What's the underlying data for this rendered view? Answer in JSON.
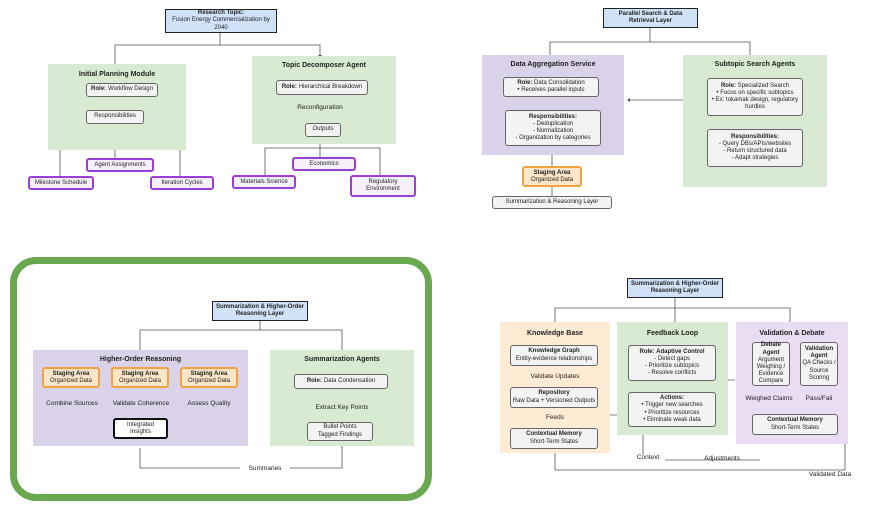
{
  "q1": {
    "top": {
      "title": "Research Topic:",
      "subtitle": "Fusion Energy Commercialization by 2040"
    },
    "planning": {
      "title": "Initial Planning Module",
      "role_label": "Role:",
      "role": "Workflow Design",
      "responsibilities": "Responsibilities",
      "agent_assignments": "Agent Assignments",
      "milestone": "Milestone Schedule",
      "iteration": "Iteration Cycles"
    },
    "decomposer": {
      "title": "Topic Decomposer Agent",
      "role_label": "Role:",
      "role": "Hierarchical Breakdown",
      "reconfiguration": "Reconfiguration",
      "outputs": "Outputs",
      "economics": "Economics",
      "materials": "Materials Science",
      "regulatory": "Regulatory Environment"
    }
  },
  "q2": {
    "top": {
      "title": "Parallel Search & Data Retrieval Layer"
    },
    "aggregation": {
      "title": "Data Aggregation Service",
      "role_label": "Role:",
      "role": "Data Consolidation",
      "role_bullet": "• Receives parallel inputs",
      "resp_title": "Responsibilities:",
      "resp_items": [
        "- Deduplication",
        "- Normalization",
        "- Organization by categories"
      ],
      "staging_title": "Staging Area",
      "staging_sub": "Organized Data",
      "summ_layer": "Summarization & Reasoning Layer"
    },
    "subtopic": {
      "title": "Subtopic Search Agents",
      "role_label": "Role:",
      "role": "Specialized Search",
      "role_items": [
        "• Focus on specific subtopics",
        "• Ex: tokamak design, regulatory hurdles"
      ],
      "resp_title": "Responsibilities:",
      "resp_items": [
        "- Query DBs/APIs/websites",
        "- Return structured data",
        "- Adapt strategies"
      ]
    }
  },
  "q3": {
    "top": {
      "title": "Summarization & Higher-Order Reasoning Layer"
    },
    "hor": {
      "title": "Higher-Order Reasoning",
      "staging_title": "Staging Area",
      "staging_sub": "Organized Data",
      "combine": "Combine Sources",
      "validate": "Validate Coherence",
      "assess": "Assess Quality",
      "integrated": "Integrated Insights"
    },
    "summ": {
      "title": "Summarization Agents",
      "role_label": "Role:",
      "role": "Data Condensation",
      "extract": "Extract Key Points",
      "bullets": "Bullet Points",
      "tagged": "Tagged Findings"
    },
    "summaries": "Summaries",
    "highlight_color": "#6aa84f"
  },
  "q4": {
    "top": {
      "title": "Summarization & Higher-Order Reasoning Layer"
    },
    "kb": {
      "title": "Knowledge Base",
      "graph_title": "Knowledge Graph",
      "graph_sub": "Entity-evidence relationships",
      "validate_updates": "Validate Updates",
      "repo_title": "Repository",
      "repo_sub": "Raw Data + Versioned Outputs",
      "feeds": "Feeds",
      "mem_title": "Contextual Memory",
      "mem_sub": "Short-Term States"
    },
    "fb": {
      "title": "Feedback Loop",
      "role_label": "Role:",
      "role": "Adaptive Control",
      "role_items": [
        "- Detect gaps",
        "- Prioritize subtopics",
        "- Resolve conflicts"
      ],
      "actions_title": "Actions:",
      "actions_items": [
        "• Trigger new searches",
        "• Prioritize resources",
        "• Eliminate weak data"
      ]
    },
    "vd": {
      "title": "Validation & Debate",
      "debate_title": "Debate Agent",
      "debate_sub": "Argument Weighing / Evidence Compare",
      "val_title": "Validation Agent",
      "val_sub": "QA Checks / Source Scoring",
      "weighed": "Weighed Claims",
      "passfail": "Pass/Fail",
      "mem_title": "Contextual Memory",
      "mem_sub": "Short-Term States"
    },
    "context": "Context",
    "adjustments": "Adjustments",
    "validated": "Validated Data"
  }
}
